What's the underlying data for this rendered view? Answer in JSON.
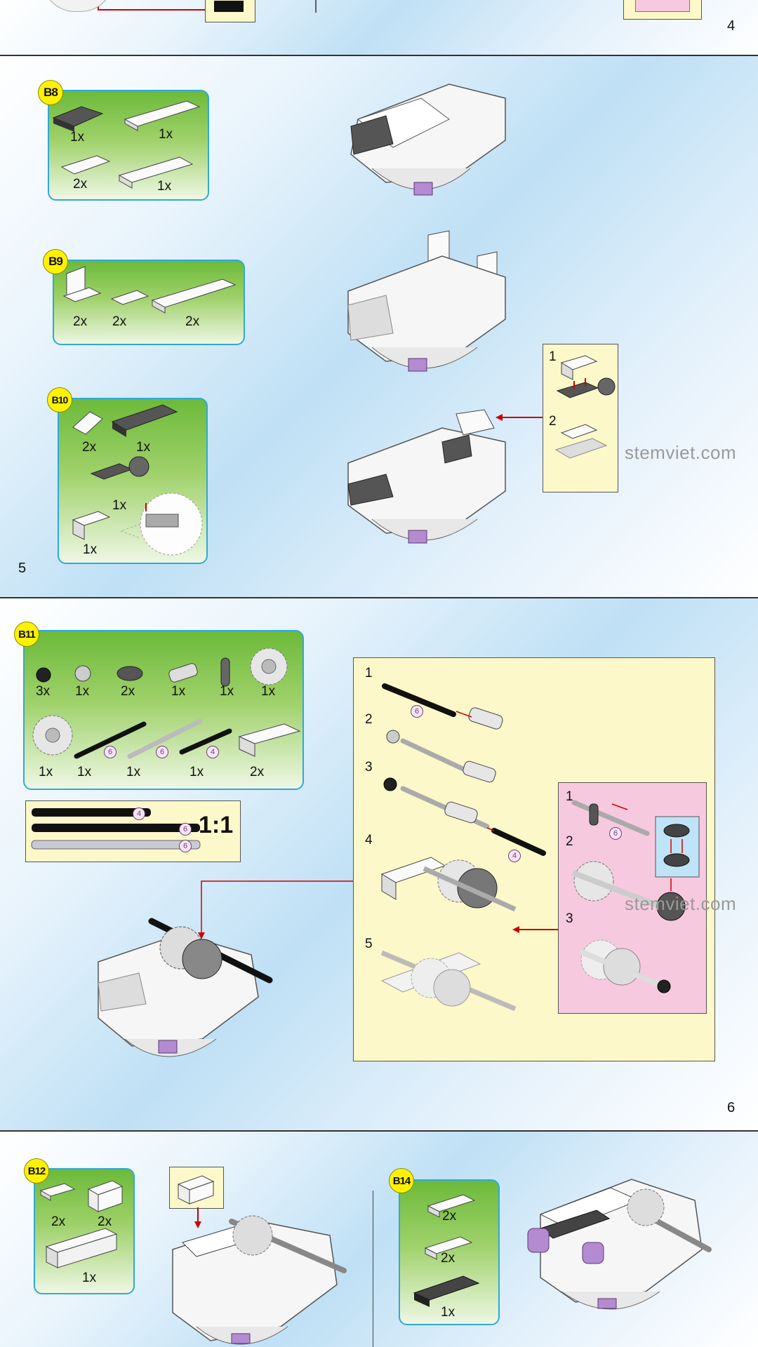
{
  "page_top": {
    "page_number": "4"
  },
  "page5": {
    "page_number": "5",
    "watermark": "stemviet.com",
    "b8": {
      "label": "B8",
      "qty": [
        "1x",
        "1x",
        "2x",
        "1x"
      ]
    },
    "b9": {
      "label": "B9",
      "qty": [
        "2x",
        "2x",
        "2x"
      ]
    },
    "b10": {
      "label": "B10",
      "qty": [
        "2x",
        "1x",
        "1x",
        "1x"
      ]
    },
    "substeps": [
      "1",
      "2"
    ]
  },
  "page6": {
    "page_number": "6",
    "watermark": "stemviet.com",
    "b11": {
      "label": "B11",
      "qty_row1": [
        "3x",
        "1x",
        "2x",
        "1x",
        "1x",
        "1x"
      ],
      "qty_row2": [
        "1x",
        "1x",
        "1x",
        "1x",
        "2x"
      ],
      "lengths": [
        "6",
        "6",
        "4"
      ]
    },
    "scale": {
      "ratio": "1:1",
      "lengths": [
        "4",
        "6",
        "6"
      ]
    },
    "substeps": [
      "1",
      "2",
      "3",
      "4",
      "5"
    ],
    "inset_substeps": [
      "1",
      "2",
      "3"
    ],
    "inset_length": "6",
    "axle3_length": "4"
  },
  "page7": {
    "b12": {
      "label": "B12",
      "qty": [
        "2x",
        "2x",
        "1x"
      ]
    },
    "b14": {
      "label": "B14",
      "qty": [
        "2x",
        "2x",
        "1x"
      ]
    }
  }
}
